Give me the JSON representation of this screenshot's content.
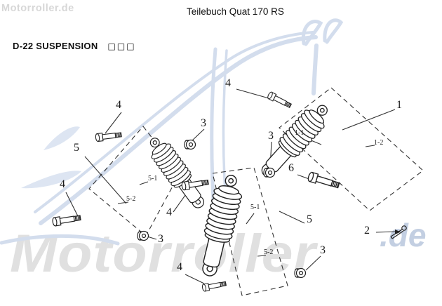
{
  "page": {
    "title": "Teilebuch Quat 170 RS",
    "section_heading": "D-22 SUSPENSION",
    "section_heading_suffix": "□□□",
    "watermark_small": "Motorroller.de",
    "watermark_large": "Motorroller",
    "watermark_large_suffix": ".de"
  },
  "colors": {
    "line_art": "#222222",
    "watermark_gray": "#e0e0e0",
    "watermark_blue": "#c3cfe2",
    "swirl_blue": "#d3dded",
    "background": "#ffffff"
  },
  "callouts": [
    "1",
    "1-1",
    "1-2",
    "2",
    "3",
    "3",
    "3",
    "3",
    "4",
    "4",
    "4",
    "4",
    "4",
    "5",
    "5",
    "5-1",
    "5-2",
    "5-1",
    "5-2",
    "6"
  ]
}
